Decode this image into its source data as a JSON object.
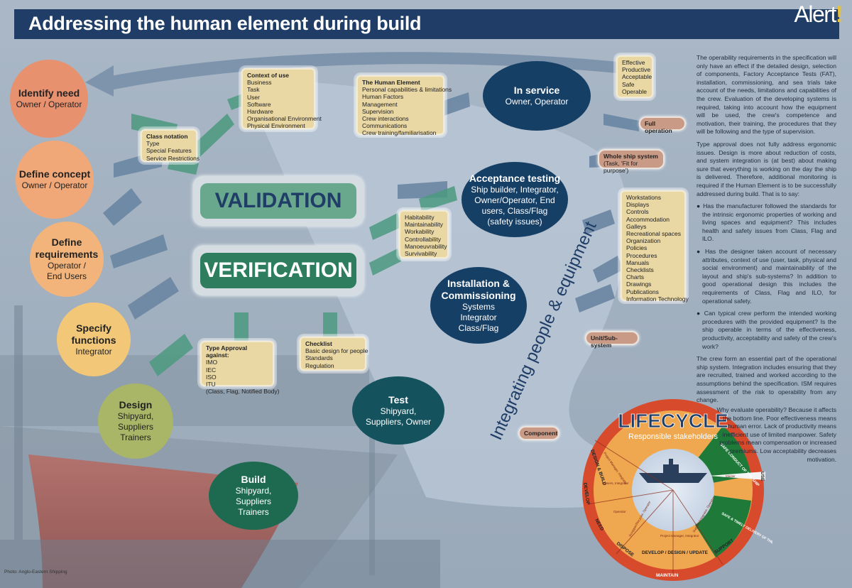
{
  "header": {
    "title": "Addressing the human element during build",
    "logo_text": "Alert",
    "logo_mark": "!"
  },
  "stages": [
    {
      "title": "Identify need",
      "sub": "Owner / Operator"
    },
    {
      "title": "Define concept",
      "sub": "Owner / Operator"
    },
    {
      "title": "Define requirements",
      "sub": "Operator / End Users"
    },
    {
      "title": "Specify functions",
      "sub": "Integrator"
    },
    {
      "title": "Design",
      "sub": "Shipyard, Suppliers Trainers"
    }
  ],
  "ovals": {
    "build": {
      "title": "Build",
      "sub": "Shipyard, Suppliers Trainers"
    },
    "test": {
      "title": "Test",
      "sub": "Shipyard, Suppliers, Owner"
    },
    "install": {
      "title": "Installation & Commissioning",
      "sub": "Systems Integrator Class/Flag"
    },
    "acceptance": {
      "title": "Acceptance testing",
      "sub": "Ship builder, Integrator, Owner/Operator, End users, Class/Flag (safety issues)"
    },
    "service": {
      "title": "In service",
      "sub": "Owner, Operator"
    }
  },
  "validation": "VALIDATION",
  "verification": "VERIFICATION",
  "boxes": {
    "context": {
      "title": "Context of use",
      "items": [
        "Business",
        "Task",
        "User",
        "Software",
        "Hardware",
        "Organisational Environment",
        "Physical Environment"
      ]
    },
    "human": {
      "title": "The Human Element",
      "items": [
        "Personal capabilities & limitations",
        "Human Factors",
        "Management",
        "Supervision",
        "Crew interactions",
        "Communications",
        "Crew training/familiarisation"
      ]
    },
    "class_notation": {
      "title": "Class notation",
      "items": [
        "Type",
        "Special Features",
        "Service Restrictions"
      ]
    },
    "habitability": {
      "items": [
        "Habitability",
        "Maintainability",
        "Workability",
        "Controllability",
        "Manoeuvrability",
        "Survivability"
      ]
    },
    "type_approval": {
      "title": "Type Approval against:",
      "items": [
        "IMO",
        "IEC",
        "ISO",
        "ITU",
        "(Class, Flag, Notified Body)"
      ]
    },
    "checklist": {
      "title": "Checklist",
      "items": [
        "Basic design for people",
        "Standards",
        "Regulation"
      ]
    },
    "effective": {
      "items": [
        "Effective",
        "Productive",
        "Acceptable",
        "Safe",
        "Operable"
      ]
    },
    "workstations": {
      "items": [
        "Workstations",
        "Displays",
        "Controls",
        "Accommodation",
        "Galleys",
        "Recreational spaces",
        "Organization",
        "Policies",
        "Procedures",
        "Manuals",
        "Checklists",
        "Charts",
        "Drawings",
        "Publications",
        "Information Technology"
      ]
    }
  },
  "pills": {
    "full_operation": "Full operation",
    "whole_ship": "Whole ship system",
    "whole_ship_sub": "(Task, 'Fit for purpose')",
    "unit": "Unit/Sub-system",
    "component": "Component"
  },
  "integrating": "Integrating people & equipment",
  "lifecycle": {
    "title": "LIFECYCLE",
    "subtitle": "Responsible stakeholders",
    "segments": [
      "DESIGN & BUILD",
      "DEVELOP",
      "NEED",
      "DISPOSE",
      "DEVELOP / DESIGN / UPDATE",
      "MAINTAIN",
      "SUPPORT",
      "SAFE & TIMELY DELIVERY OF THE CARGO",
      "USE",
      "SAFE CONDUCT OF THE SHIP"
    ],
    "inner": [
      "Project Manager, Integrator",
      "Owners, Integrator",
      "Operator",
      "Scrapper/Recycler, Operator",
      "Project Manager, Integrator",
      "Supplier/Integrator, Operator",
      "Master"
    ]
  },
  "side": {
    "p1": "The operability requirements in the specification will only have an effect if the detailed design, selection of components, Factory Acceptance Tests (FAT), installation, commissioning, and sea trials take account of the needs, limitations and capabilities of the crew. Evaluation of the developing systems is required, taking into account how the equipment will be used, the crew's competence and motivation, their training, the procedures that they will be following and the type of supervision.",
    "p2": "Type approval does not fully address ergonomic issues. Design is more about reduction of costs, and system integration is (at best) about making sure that everything is working on the day the ship is delivered. Therefore, additional monitoring is required if the Human Element is to be successfully addressed during build. That is to say:",
    "b1": "Has the manufacturer followed the standards for the intrinsic ergonomic properties of working and living spaces and equipment? This includes health and safety issues from Class, Flag and ILO.",
    "b2": "Has the designer taken account of necessary attributes, context of use (user, task, physical and social environment) and maintainability of the layout and ship's sub-systems? In addition to good operational design this includes the requirements of Class, Flag and ILO, for operational safety.",
    "b3": "Can typical crew perform the intended working procedures with the provided equipment? Is the ship operable in terms of the effectiveness, productivity, acceptability and safety of the crew's work?",
    "p3": "The crew form an essential part of the operational ship system. Integration includes ensuring that they are recruited, trained and worked according to the assumptions behind the specification. ISM requires assessment of the risk to operability from any change.",
    "p4": "Why evaluate operability? Because it affects the bottom line. Poor effectiveness means human error. Lack of productivity means inefficient use of limited manpower. Safety problems mean compensation or increased premiums. Low acceptability decreases motivation."
  },
  "credit": "Photo: Anglo-Eastern Shipping",
  "colors": {
    "navy": "#1f3d66",
    "teal": "#13535f",
    "green": "#2e7d5e",
    "orange": "#f0a070",
    "gold": "#f2c870"
  }
}
